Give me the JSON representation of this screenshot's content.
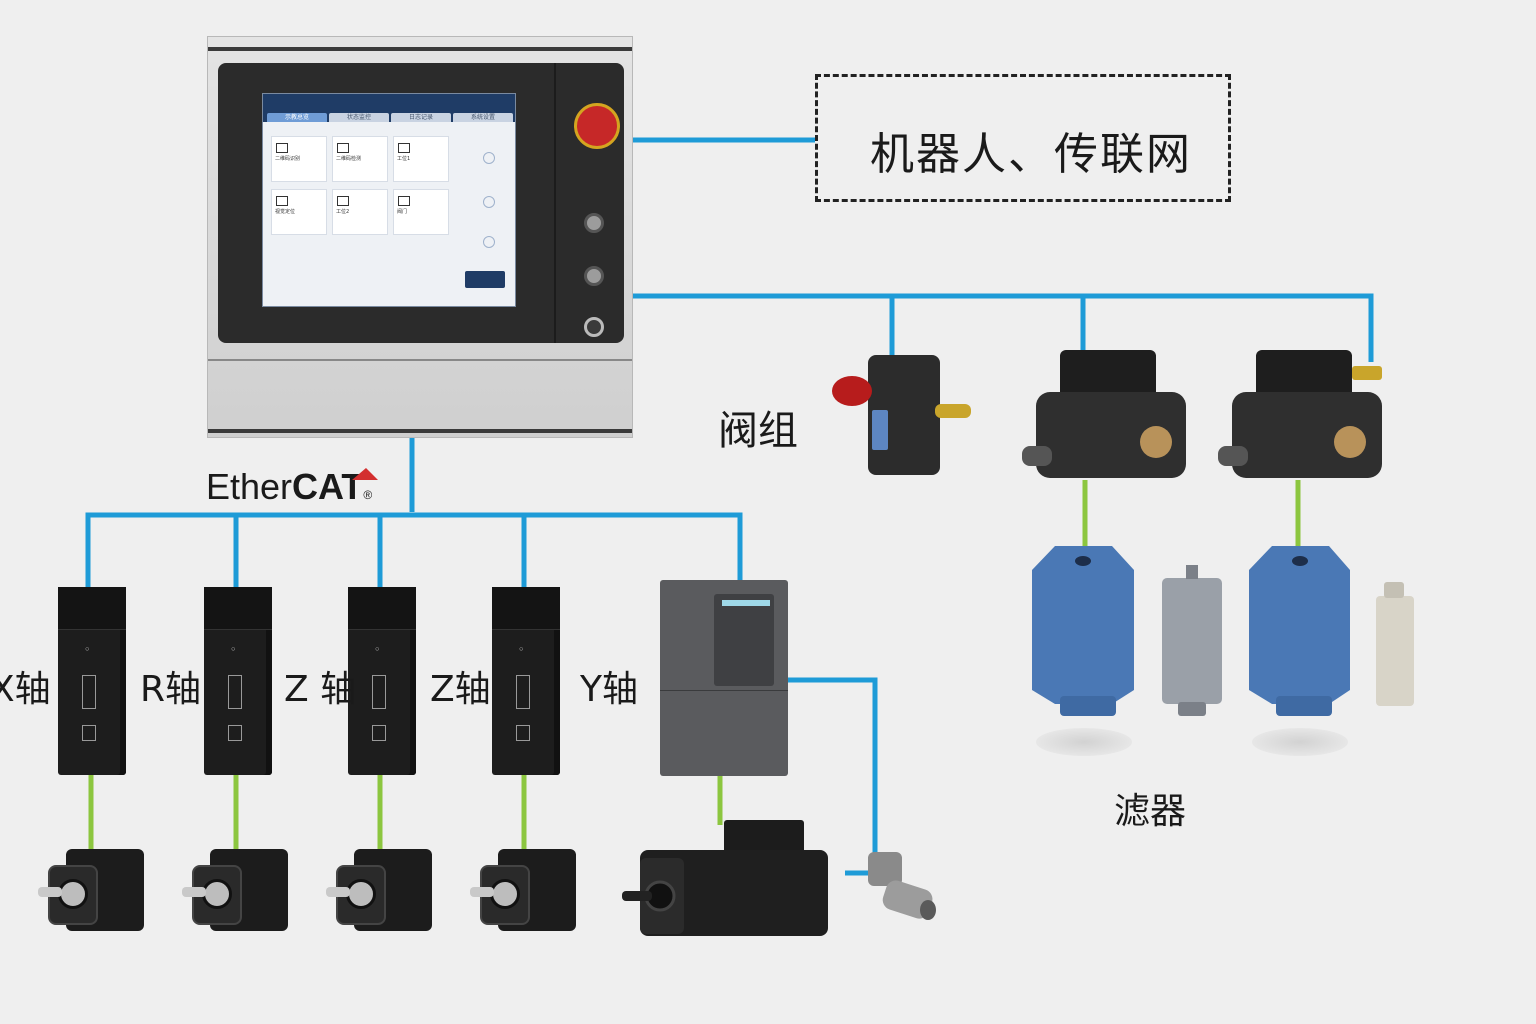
{
  "labels": {
    "robot_network": "机器人、传联网",
    "valve_group": "阀组",
    "filter": "滤器",
    "ethercat_prefix": "Ether",
    "ethercat_suffix": "CAT",
    "ethercat_reg": "®",
    "axes": [
      "X轴",
      "R轴",
      "Z 轴",
      "Z轴",
      "Y轴"
    ]
  },
  "hmi": {
    "tabs": [
      "示教总览",
      "状态监控",
      "日志记录",
      "系统设置"
    ],
    "cards": [
      "二维码识别",
      "二维码检测",
      "工位1",
      "视觉定位",
      "工位2",
      "阀门"
    ]
  },
  "colors": {
    "ethernet_line": "#1e9bd7",
    "motor_cable": "#8cc63f",
    "filter_blue": "#4a78b5",
    "estop_red": "#c62828"
  },
  "icons": [
    "emergency-stop-icon",
    "panel-button-icon",
    "home-button-icon",
    "ethercat-logo-icon"
  ]
}
